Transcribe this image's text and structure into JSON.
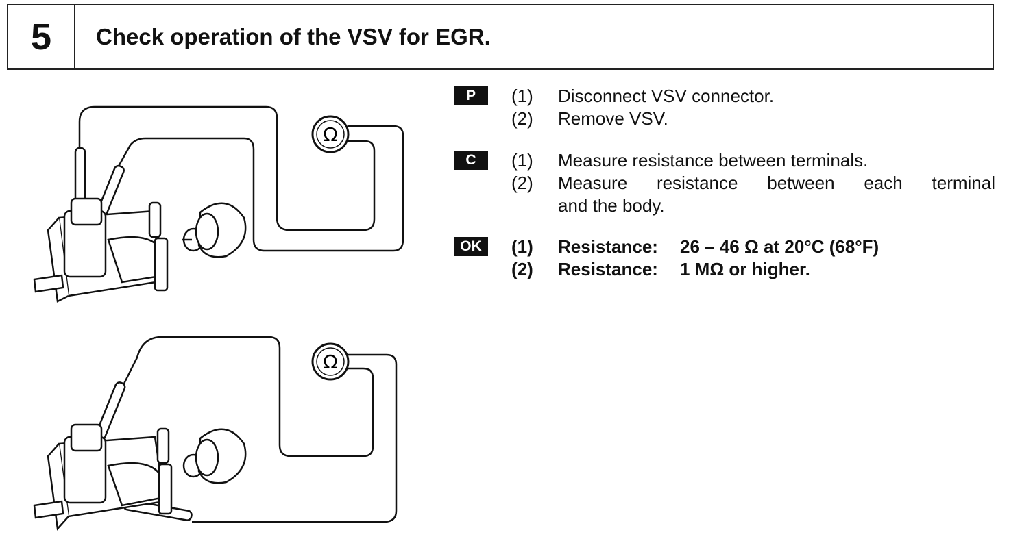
{
  "header": {
    "step_number": "5",
    "title": "Check operation of the VSV for EGR."
  },
  "figures": {
    "top": {
      "meter_symbol": "Ω"
    },
    "bottom": {
      "meter_symbol": "Ω"
    }
  },
  "prepare": {
    "badge": "P",
    "steps": [
      {
        "num": "(1)",
        "text": "Disconnect VSV connector."
      },
      {
        "num": "(2)",
        "text": "Remove VSV."
      }
    ]
  },
  "check": {
    "badge": "C",
    "steps": [
      {
        "num": "(1)",
        "text": "Measure resistance between terminals."
      },
      {
        "num": "(2)",
        "text_line1": "Measure resistance between each terminal",
        "text_line2": "and the body."
      }
    ]
  },
  "ok": {
    "badge": "OK",
    "steps": [
      {
        "num": "(1)",
        "label": "Resistance:",
        "value": "26 – 46 Ω at 20°C (68°F)"
      },
      {
        "num": "(2)",
        "label": "Resistance:",
        "value": "1 MΩ or higher."
      }
    ]
  }
}
